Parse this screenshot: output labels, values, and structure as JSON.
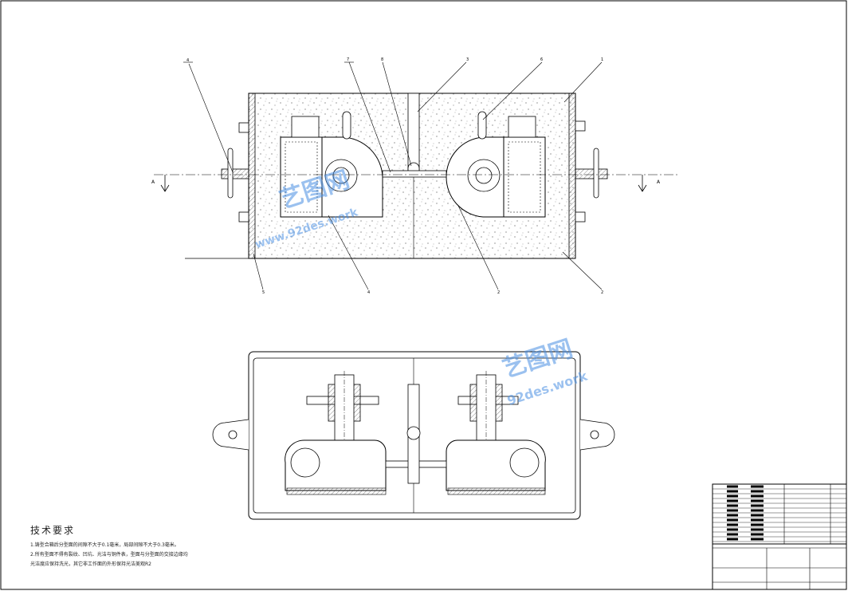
{
  "drawing": {
    "section_marker": "A",
    "part_numbers": [
      "4",
      "7",
      "8",
      "3",
      "6",
      "1",
      "5",
      "4",
      "2",
      "2"
    ]
  },
  "watermark": {
    "cn_text": "艺图网",
    "url_top": "www.92des.work",
    "url_bottom": "92des.work",
    "color": "#4a90e2"
  },
  "technical_requirements": {
    "title": "技术要求",
    "items": [
      "1.铸型合箱后分型面的间隙不大于0.1毫米，局部间隙不大于0.3毫米。",
      "2.所有型面不得有裂纹、凹坑、光洁与铜件表，型面与分型面的交接边缘均",
      "光洁度应保持洗光，其它非工作面的外形保持光洁美观R2"
    ]
  }
}
